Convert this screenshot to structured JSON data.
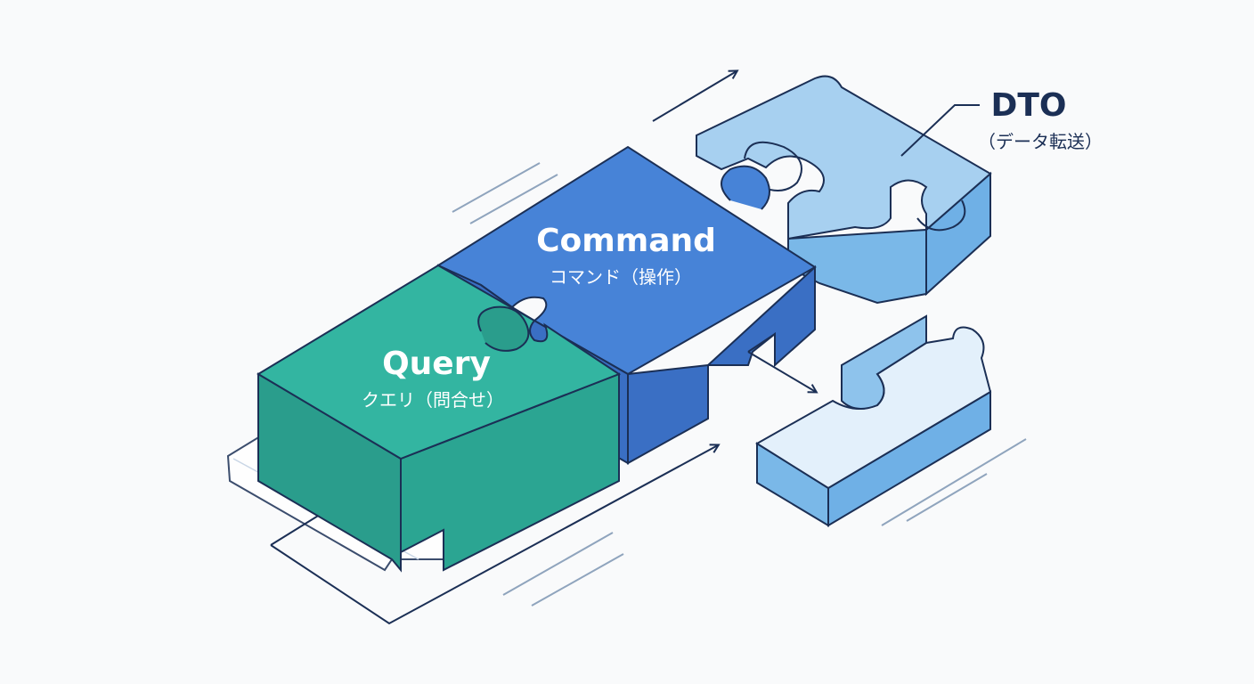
{
  "pieces": {
    "query": {
      "title": "Query",
      "subtitle": "クエリ（問合せ）"
    },
    "command": {
      "title": "Command",
      "subtitle": "コマンド（操作）"
    },
    "dto": {
      "title": "DTO",
      "subtitle": "（データ転送）"
    }
  },
  "colors": {
    "query_top": "#33b5a1",
    "query_side": "#2a9d8c",
    "command_top": "#4783d7",
    "command_side": "#3a6fc4",
    "dto_top": "#a7d0f0",
    "dto_side": "#7ab8e8",
    "outline": "#1b2f55",
    "background": "#f9fafb"
  },
  "icons": [
    "arrow-icon"
  ]
}
